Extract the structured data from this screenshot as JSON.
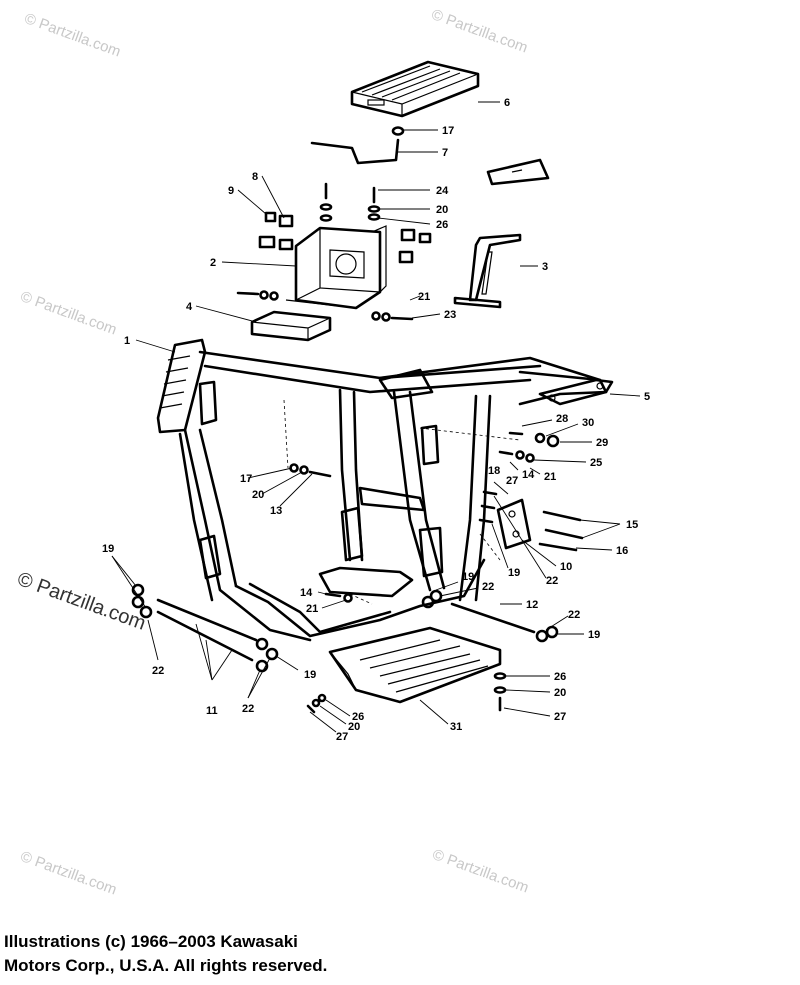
{
  "watermark": {
    "text": "© Partzilla.com"
  },
  "copyright": {
    "line1": "Illustrations (c) 1966–2003 Kawasaki",
    "line2": "Motors Corp., U.S.A.  All rights reserved."
  },
  "callouts": [
    "1",
    "2",
    "3",
    "4",
    "5",
    "6",
    "7",
    "8",
    "9",
    "10",
    "11",
    "12",
    "13",
    "14",
    "15",
    "16",
    "17",
    "18",
    "19",
    "20",
    "21",
    "22",
    "23",
    "24",
    "25",
    "26",
    "27",
    "28",
    "29",
    "30",
    "31"
  ]
}
